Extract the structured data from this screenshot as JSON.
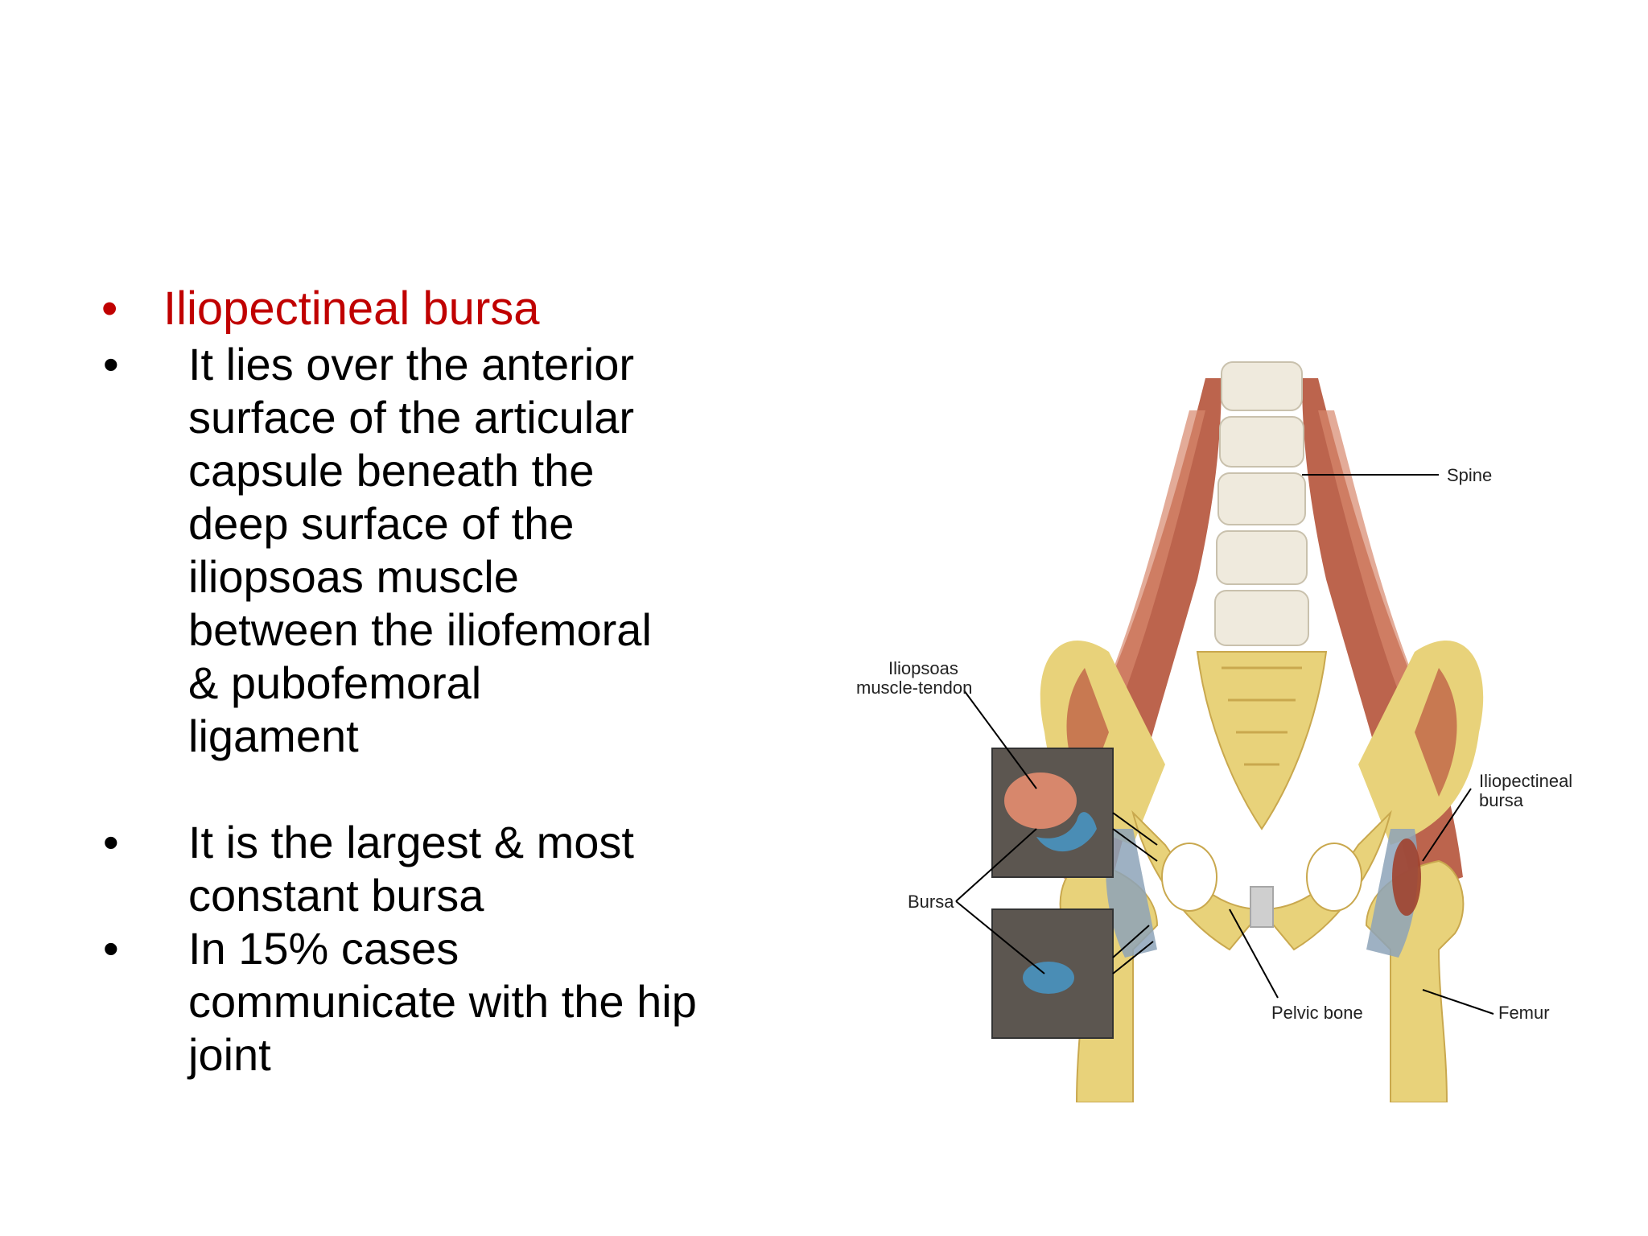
{
  "slide": {
    "heading": {
      "bullet": "•",
      "text": "Iliopectineal bursa",
      "color": "#c00000"
    },
    "bullets": [
      {
        "symbol": "•",
        "lines": [
          "It lies over the anterior",
          "surface of the articular",
          "capsule beneath the",
          "deep surface of the",
          "iliopsoas muscle",
          "between the iliofemoral",
          "& pubofemoral",
          "ligament"
        ]
      },
      {
        "symbol": "•",
        "lines": [
          "It is the largest & most",
          "constant bursa"
        ]
      },
      {
        "symbol": "•",
        "lines": [
          "In 15% cases",
          "communicate with the hip",
          "joint"
        ]
      }
    ]
  },
  "figure": {
    "labels": {
      "spine": "Spine",
      "iliopsoas_1": "Iliopsoas",
      "iliopsoas_2": "muscle-tendon",
      "iliopectineal_1": "Iliopectineal",
      "iliopectineal_2": "bursa",
      "bursa": "Bursa",
      "pelvic_bone": "Pelvic bone",
      "femur": "Femur"
    },
    "colors": {
      "bone": "#e8d27a",
      "muscle": "#b5533a",
      "bursa": "#4a8db5",
      "inset": "#5c5650"
    }
  }
}
